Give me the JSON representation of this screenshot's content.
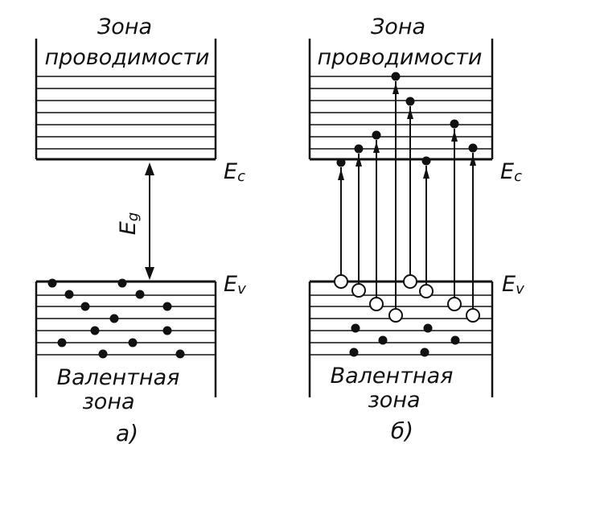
{
  "colors": {
    "ink": "#111111",
    "background": "#ffffff"
  },
  "panel_a": {
    "conduction_band_label": [
      "Зона",
      "проводимости"
    ],
    "valence_band_label": [
      "Валентная",
      "зона"
    ],
    "ec_label": {
      "main": "E",
      "sub": "c"
    },
    "ev_label": {
      "main": "E",
      "sub": "v"
    },
    "gap_label": {
      "main": "E",
      "sub": "g"
    },
    "caption": "а)"
  },
  "panel_b": {
    "conduction_band_label": [
      "Зона",
      "проводимости"
    ],
    "valence_band_label": [
      "Валентная",
      "зона"
    ],
    "ec_label": {
      "main": "E",
      "sub": "c"
    },
    "ev_label": {
      "main": "E",
      "sub": "v"
    },
    "caption": "б)"
  }
}
